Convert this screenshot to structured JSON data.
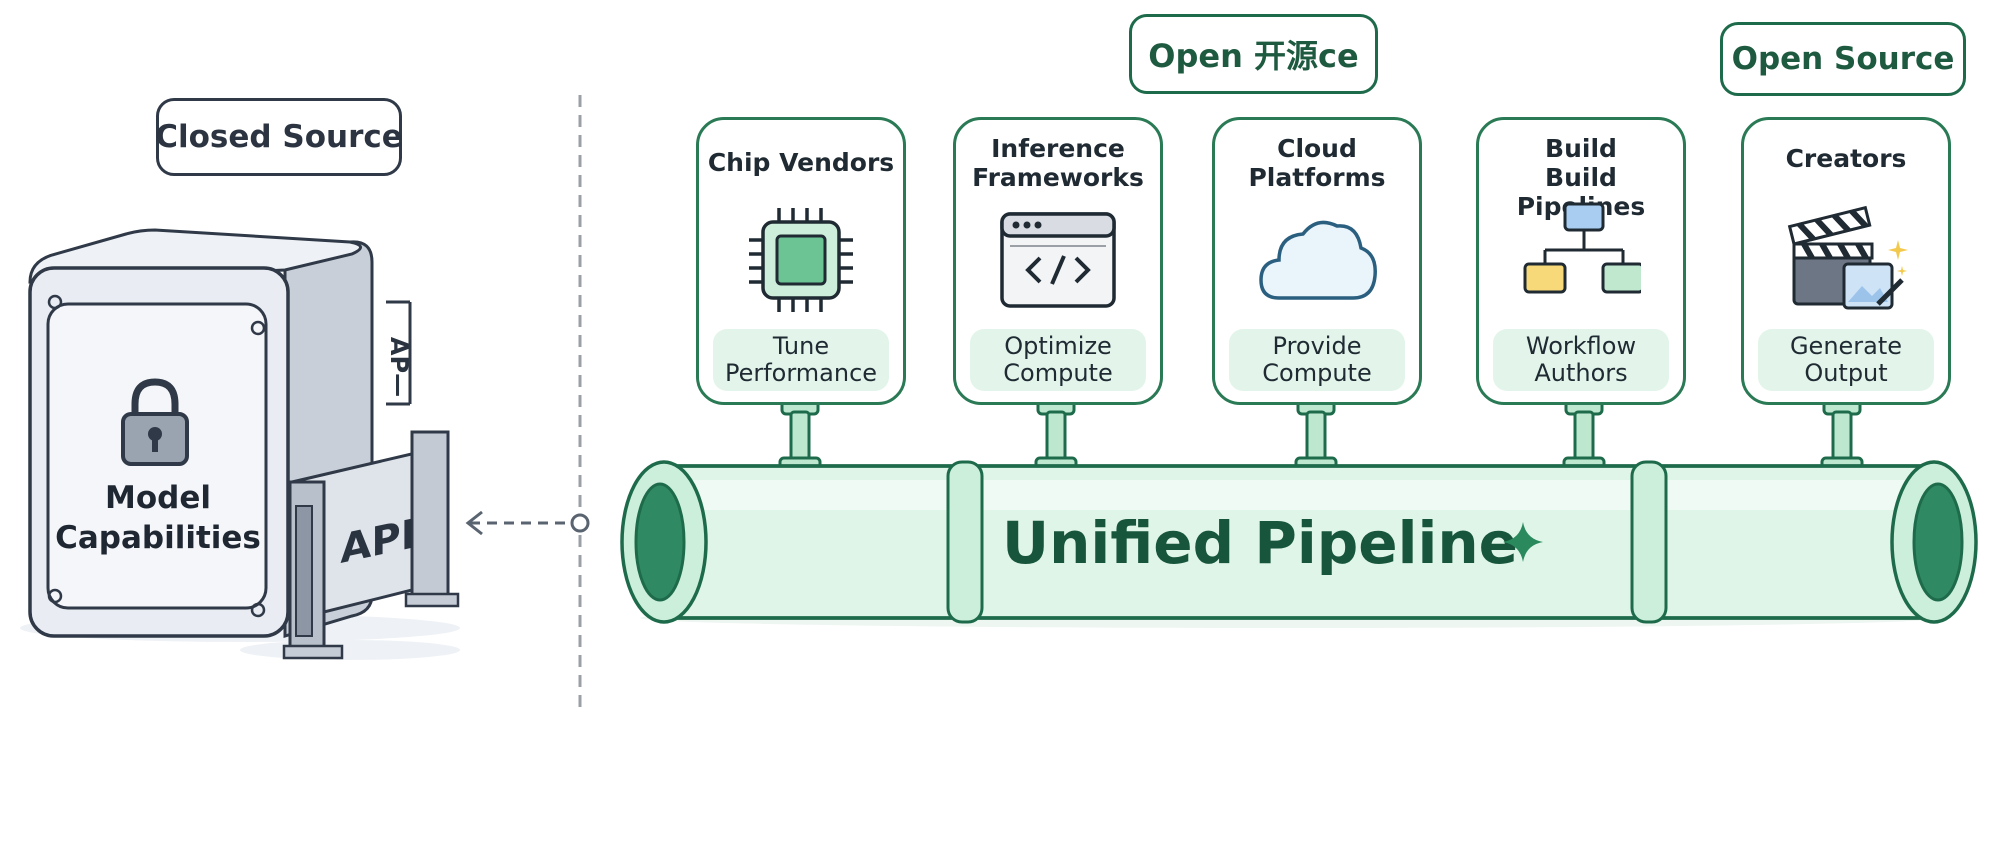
{
  "closed_section": {
    "label": "Closed Source",
    "box_text": [
      "Model",
      "Capabilities"
    ],
    "gate_text": "API",
    "side_text": "AP—"
  },
  "open_labels": [
    "Open 开源ce",
    "Open Source"
  ],
  "cards": [
    {
      "title": [
        "Chip Vendors"
      ],
      "role": [
        "Tune",
        "Performance"
      ],
      "icon": "chip-icon"
    },
    {
      "title": [
        "Inference",
        "Frameworks"
      ],
      "role": [
        "Optimize",
        "Compute"
      ],
      "icon": "code-window-icon"
    },
    {
      "title": [
        "Cloud",
        "Platforms"
      ],
      "role": [
        "Provide",
        "Compute"
      ],
      "icon": "cloud-icon"
    },
    {
      "title": [
        "Build",
        "Build Pipelines"
      ],
      "role": [
        "Workflow",
        "Authors"
      ],
      "icon": "workflow-tree-icon"
    },
    {
      "title": [
        "Creators"
      ],
      "role": [
        "Generate",
        "Output"
      ],
      "icon": "clapperboard-icon"
    }
  ],
  "pipeline": {
    "label": "Unified Pipeline",
    "icon": "sparkle-icon"
  },
  "colors": {
    "accent_green": "#2a7a55",
    "pipe_fill": "#dff5e8",
    "text_dark": "#1f2a33",
    "box_gray": "#e8ebf1"
  }
}
